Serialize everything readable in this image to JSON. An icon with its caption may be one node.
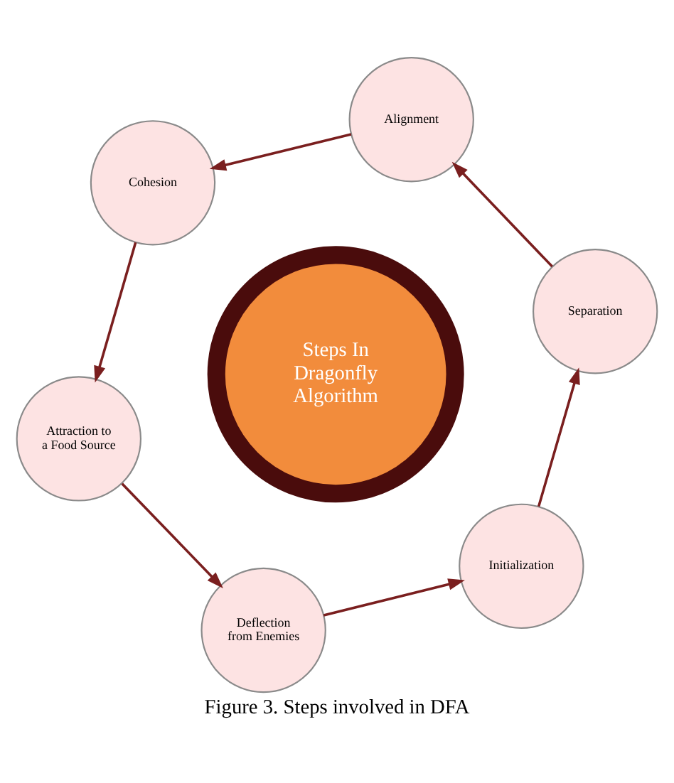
{
  "diagram": {
    "caption": "Figure 3. Steps involved in DFA",
    "nodes": [
      {
        "text": [
          "Steps In Dragonfly Algorithm"
        ]
      },
      {
        "text": [
          "Initialization"
        ]
      },
      {
        "text": [
          "Separation"
        ]
      },
      {
        "text": [
          "Alignment"
        ]
      },
      {
        "text": [
          "Cohesion"
        ]
      },
      {
        "text": [
          "Attraction to a Food Source"
        ]
      },
      {
        "text": [
          "Deflection from Enemies"
        ]
      }
    ],
    "edges": [
      {
        "from": 1,
        "to": 2,
        "arrow": "to"
      },
      {
        "from": 2,
        "to": 3,
        "arrow": "to"
      },
      {
        "from": 3,
        "to": 4,
        "arrow": "to"
      },
      {
        "from": 4,
        "to": 5,
        "arrow": "to"
      },
      {
        "from": 5,
        "to": 6,
        "arrow": "to"
      },
      {
        "from": 6,
        "to": 1,
        "arrow": "to"
      }
    ]
  }
}
